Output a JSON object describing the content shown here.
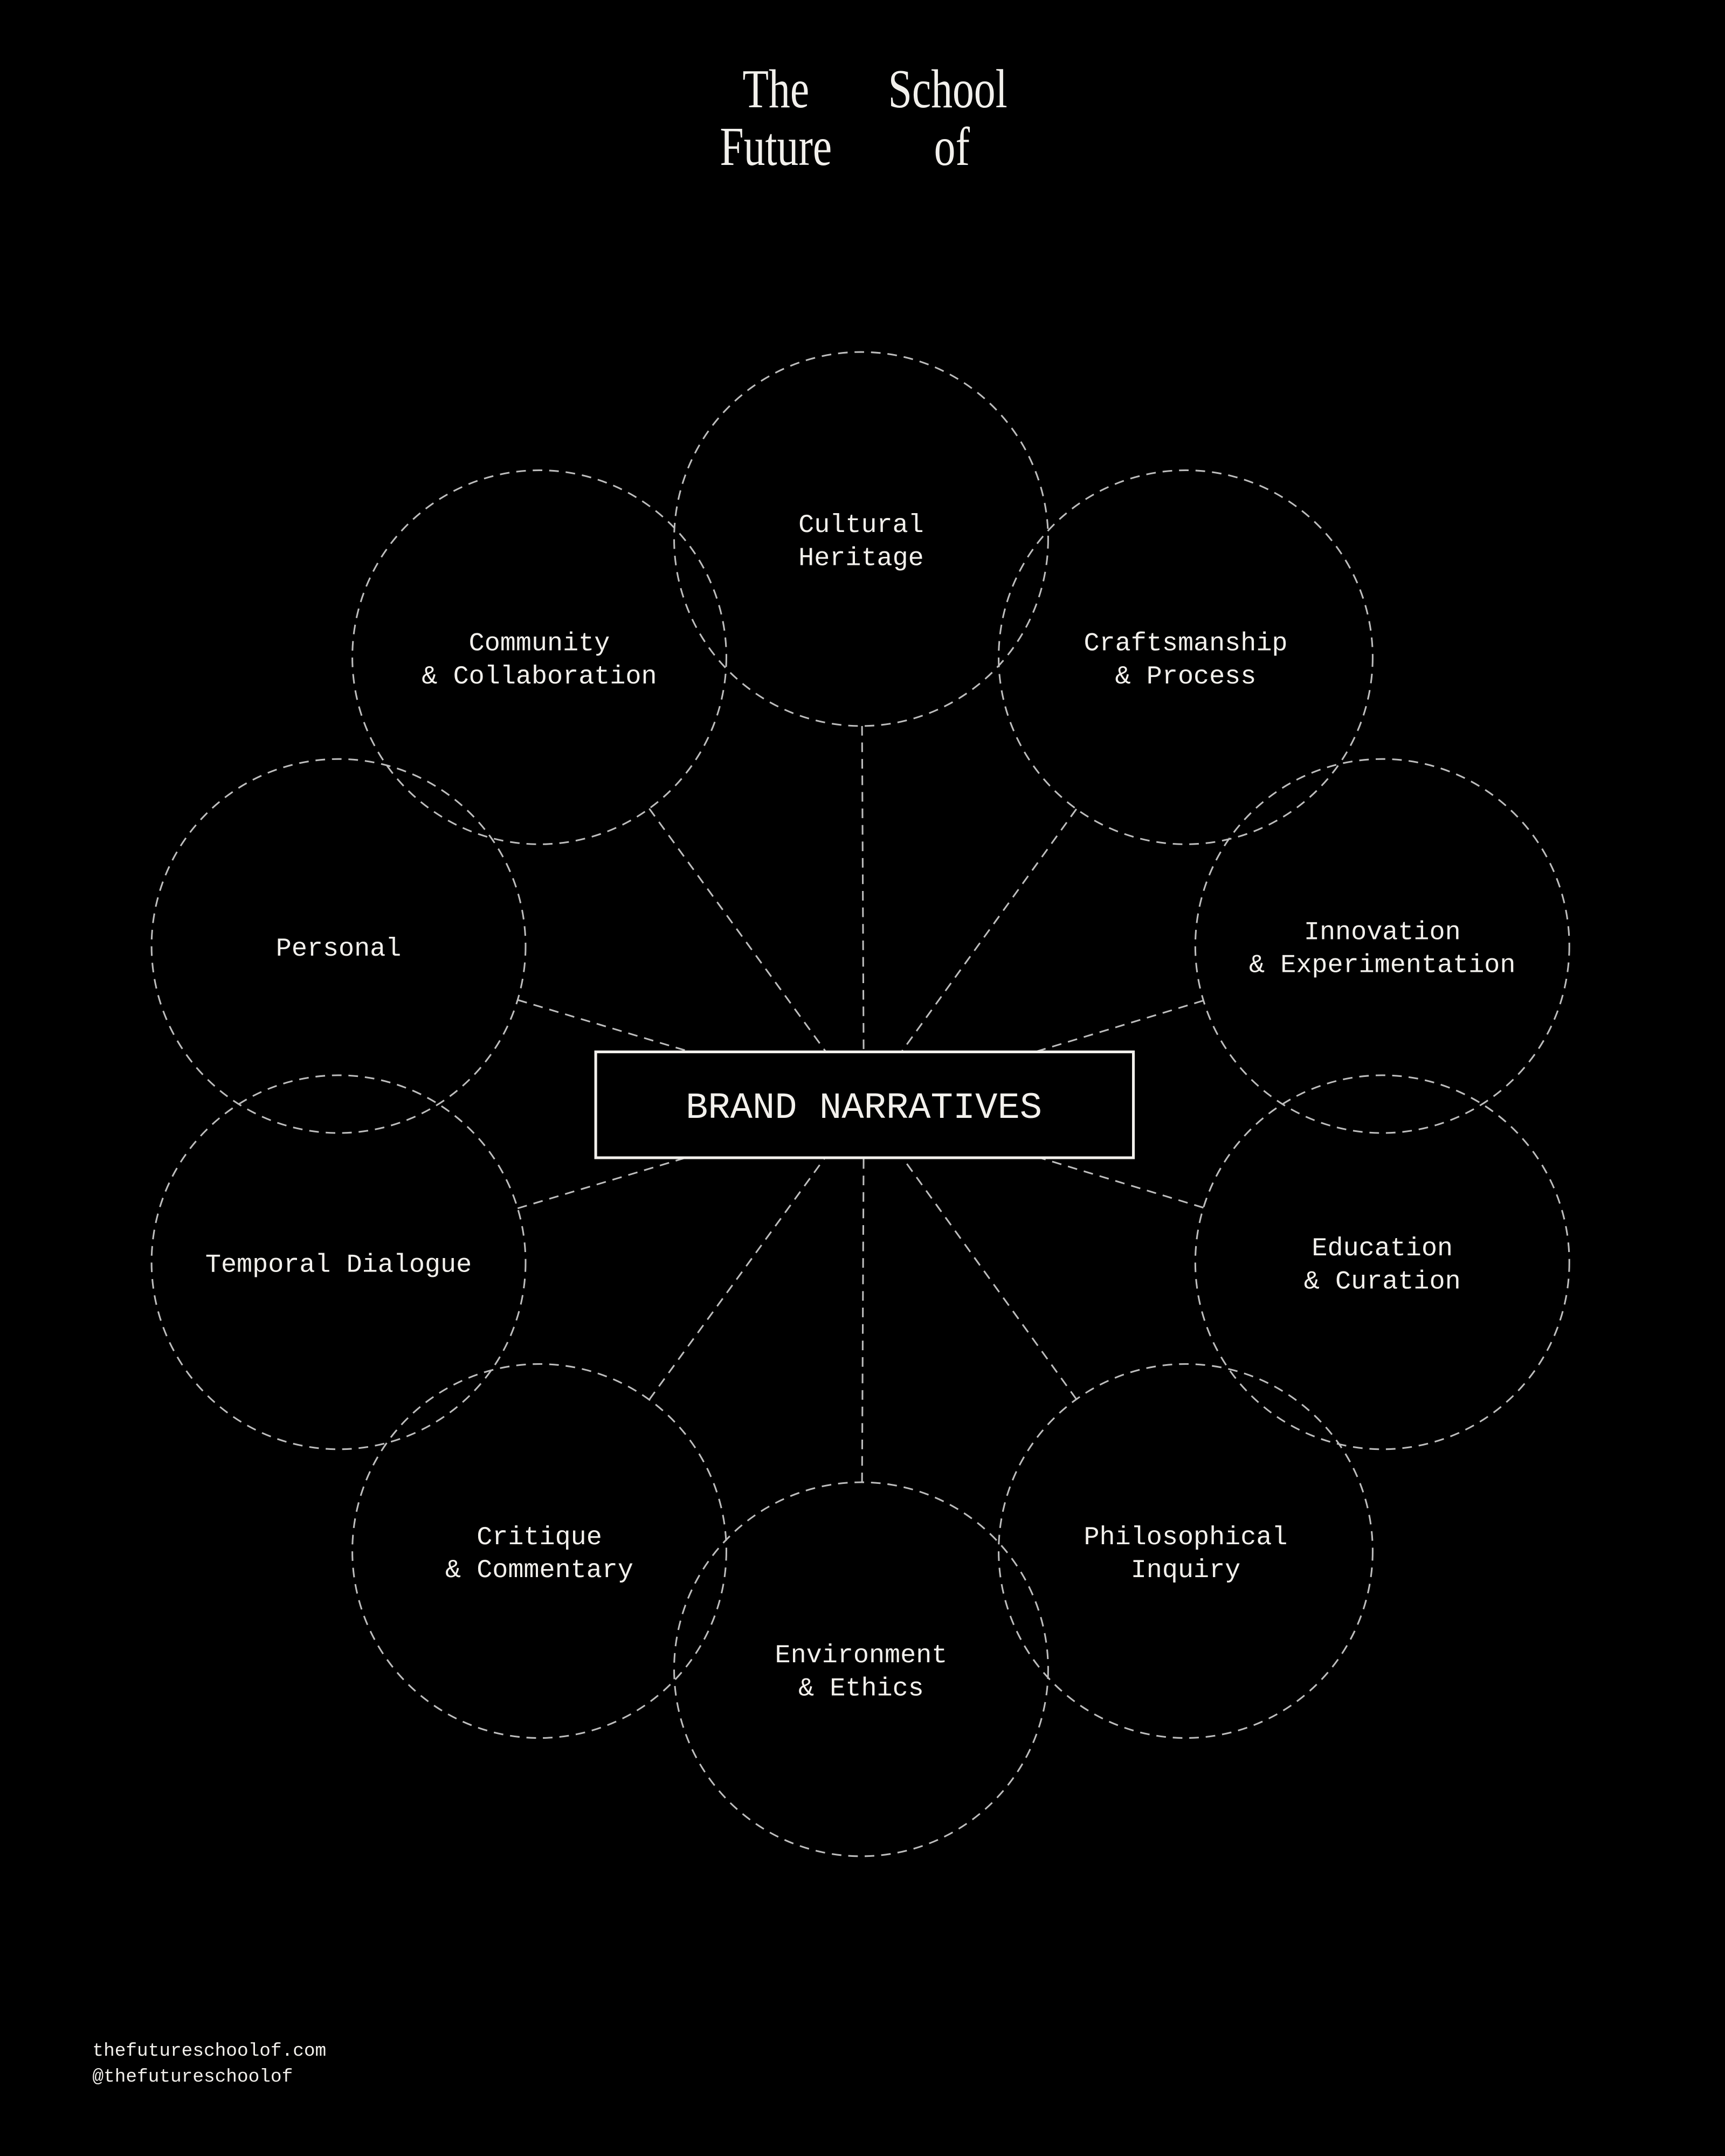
{
  "title": {
    "line1_left": "The",
    "line1_right": "School",
    "line2_left": "Future",
    "line2_right": "of"
  },
  "center": {
    "label": "BRAND NARRATIVES"
  },
  "nodes": [
    {
      "line1": "Cultural",
      "line2": "Heritage"
    },
    {
      "line1": "Craftsmanship",
      "line2": "& Process"
    },
    {
      "line1": "Innovation",
      "line2": "& Experimentation"
    },
    {
      "line1": "Education",
      "line2": "& Curation"
    },
    {
      "line1": "Philosophical",
      "line2": "Inquiry"
    },
    {
      "line1": "Environment",
      "line2": "& Ethics"
    },
    {
      "line1": "Critique",
      "line2": "& Commentary"
    },
    {
      "line1": "Temporal Dialogue",
      "line2": ""
    },
    {
      "line1": "Personal",
      "line2": ""
    },
    {
      "line1": "Community",
      "line2": "& Collaboration"
    }
  ],
  "footer": {
    "website": "thefutureschoolof.com",
    "handle": "@thefutureschoolof"
  },
  "colors": {
    "background": "#000000",
    "foreground": "#f2f0ec",
    "dashed": "#bdbdbd"
  }
}
